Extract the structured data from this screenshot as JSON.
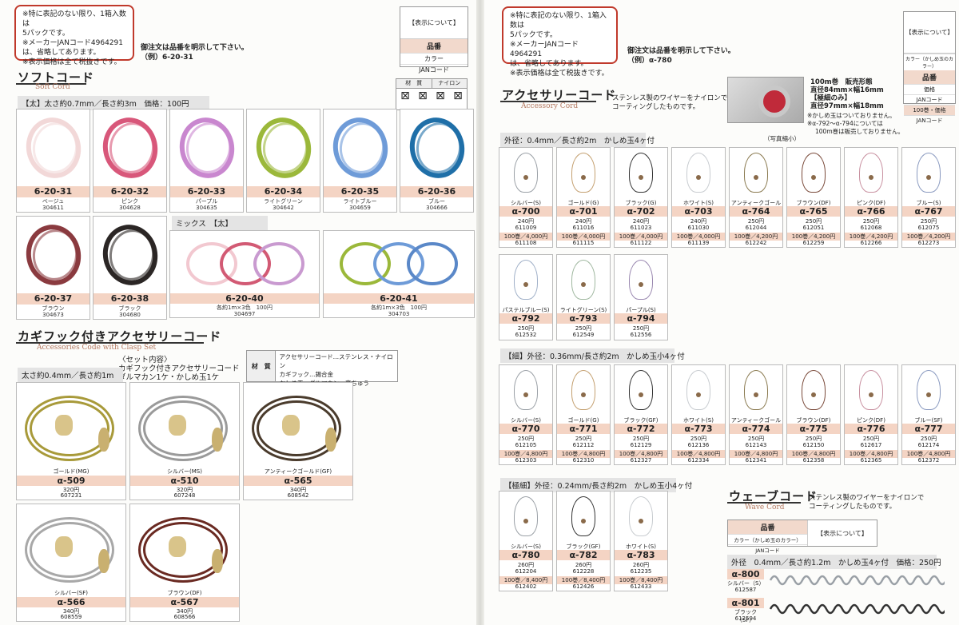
{
  "left": {
    "note": [
      "※特に表記のない限り、1箱入数は",
      "5パックです。",
      "※メーカーJANコード4964291",
      "は、省略してあります。",
      "※表示価格は全て税抜きです。"
    ],
    "order_hint": [
      "御注文は品番を明示して下さい。",
      "（例）6-20-31"
    ],
    "display_info": {
      "header": "【表示について】",
      "code": "品番",
      "rows": [
        "カラー",
        "JANコード"
      ]
    },
    "material_table": {
      "headers": [
        "材　質",
        "ナイロン"
      ]
    },
    "soft_cord": {
      "title": "ソフトコード",
      "subtitle": "Soft Cord",
      "spec": "【太】太さ約0.7mm／長さ約3m　価格：100円",
      "items": [
        {
          "code": "6-20-31",
          "color": "ベージュ",
          "jan": "304611",
          "hex": "#f2d8d8"
        },
        {
          "code": "6-20-32",
          "color": "ピンク",
          "jan": "304628",
          "hex": "#d8577a"
        },
        {
          "code": "6-20-33",
          "color": "パープル",
          "jan": "304635",
          "hex": "#c987cf"
        },
        {
          "code": "6-20-34",
          "color": "ライトグリーン",
          "jan": "304642",
          "hex": "#9bb83a"
        },
        {
          "code": "6-20-35",
          "color": "ライトブルー",
          "jan": "304659",
          "hex": "#6e9bd8"
        },
        {
          "code": "6-20-36",
          "color": "ブルー",
          "jan": "304666",
          "hex": "#1f6fa8"
        },
        {
          "code": "6-20-37",
          "color": "ブラウン",
          "jan": "304673",
          "hex": "#8a3a3f"
        },
        {
          "code": "6-20-38",
          "color": "ブラック",
          "jan": "304680",
          "hex": "#2b2625"
        }
      ],
      "mix_label": "ミックス　【太】",
      "mix": [
        {
          "code": "6-20-40",
          "desc": "各約1m×3色　100円",
          "jan": "304697"
        },
        {
          "code": "6-20-41",
          "desc": "各約1m×3色　100円",
          "jan": "304703"
        }
      ]
    },
    "clasp_cord": {
      "title": "カギフック付きアクセサリーコード",
      "subtitle": "Accessories Code with Clasp Set",
      "set_contents": [
        "〈セット内容〉",
        "カギフック付きアクセサリーコード",
        "ダルマカン1ケ・かしめ玉1ケ"
      ],
      "material_label": "材　質",
      "materials": [
        "アクセサリーコード…ステンレス・ナイロン",
        "カギフック…錫合金",
        "かしめ玉・ダルマカン…真ちゅう"
      ],
      "spec": "太さ約0.4mm／長さ約1m",
      "items": [
        {
          "label": "ゴールド(MG)",
          "code": "α-509",
          "price": "320円",
          "jan": "607231",
          "hex": "#a89a3a"
        },
        {
          "label": "シルバー(MS)",
          "code": "α-510",
          "price": "320円",
          "jan": "607248",
          "hex": "#9a9a9a"
        },
        {
          "label": "アンティークゴールド(GF)",
          "code": "α-565",
          "price": "340円",
          "jan": "608542",
          "hex": "#4a3b2c"
        },
        {
          "label": "シルバー(SF)",
          "code": "α-566",
          "price": "340円",
          "jan": "608559",
          "hex": "#a8a8a8"
        },
        {
          "label": "ブラウン(DF)",
          "code": "α-567",
          "price": "340円",
          "jan": "608566",
          "hex": "#6a2a22"
        }
      ]
    }
  },
  "right": {
    "note": [
      "※特に表記のない限り、1箱入数は",
      "5パックです。",
      "※メーカーJANコード4964291",
      "は、省略してあります。",
      "※表示価格は全て税抜きです。"
    ],
    "order_hint": [
      "御注文は品番を明示して下さい。",
      "（例）α-780"
    ],
    "display_info": {
      "header": "【表示について】",
      "color_row": "カラー（かしめ玉のカラー）",
      "code": "品番",
      "rows": [
        "価格",
        "JANコード",
        "100巻・価格",
        "JANコード"
      ]
    },
    "accessory_cord": {
      "title": "アクセサリーコード",
      "subtitle": "Accessory Cord",
      "desc": [
        "ステンレス製のワイヤーをナイロンで",
        "コーティングしたものです。"
      ],
      "roll_info": [
        "100m巻　販売形態",
        "直径84mm×幅16mm",
        "【極細のみ】",
        "直径97mm×幅18mm"
      ],
      "roll_notes": [
        "※かしめ玉はついておりません。",
        "※α-792～α-794については",
        "100m巻は販売しておりません。"
      ],
      "photo_note": "（写真縮小）",
      "groups": [
        {
          "spec": "外径：0.4mm／長さ約2m　かしめ玉4ヶ付",
          "items": [
            {
              "label": "シルバー(S)",
              "code": "α-700",
              "price": "240円",
              "jan": "611009",
              "hundred": "100巻／4,000円",
              "hjan": "611108",
              "hex": "#9aa0a6"
            },
            {
              "label": "ゴールド(G)",
              "code": "α-701",
              "price": "240円",
              "jan": "611016",
              "hundred": "100巻／4,000円",
              "hjan": "611115",
              "hex": "#c4a070"
            },
            {
              "label": "ブラック(G)",
              "code": "α-702",
              "price": "240円",
              "jan": "611023",
              "hundred": "100巻／4,000円",
              "hjan": "611122",
              "hex": "#333"
            },
            {
              "label": "ホワイト(S)",
              "code": "α-703",
              "price": "240円",
              "jan": "611030",
              "hundred": "100巻／4,000円",
              "hjan": "611139",
              "hex": "#c8ccd0"
            },
            {
              "label": "アンティークゴールド(DF)",
              "code": "α-764",
              "price": "250円",
              "jan": "612044",
              "hundred": "100巻／4,200円",
              "hjan": "612242",
              "hex": "#8a7a50"
            },
            {
              "label": "ブラウン(DF)",
              "code": "α-765",
              "price": "250円",
              "jan": "612051",
              "hundred": "100巻／4,200円",
              "hjan": "612259",
              "hex": "#7a4a3a"
            },
            {
              "label": "ピンク(DF)",
              "code": "α-766",
              "price": "250円",
              "jan": "612068",
              "hundred": "100巻／4,200円",
              "hjan": "612266",
              "hex": "#c890a0"
            },
            {
              "label": "ブルー(S)",
              "code": "α-767",
              "price": "250円",
              "jan": "612075",
              "hundred": "100巻／4,200円",
              "hjan": "612273",
              "hex": "#8a9ac0"
            },
            {
              "label": "パステルブルー(S)",
              "code": "α-792",
              "price": "250円",
              "jan": "612532",
              "hex": "#a0b0c8"
            },
            {
              "label": "ライトグリーン(S)",
              "code": "α-793",
              "price": "250円",
              "jan": "612549",
              "hex": "#a0b8a0"
            },
            {
              "label": "パープル(S)",
              "code": "α-794",
              "price": "250円",
              "jan": "612556",
              "hex": "#9a88b0"
            }
          ]
        },
        {
          "spec": "【細】外径：0.36mm/長さ約2m　かしめ玉小4ヶ付",
          "items": [
            {
              "label": "シルバー(S)",
              "code": "α-770",
              "price": "250円",
              "jan": "612105",
              "hundred": "100巻／4,800円",
              "hjan": "612303",
              "hex": "#9aa0a6"
            },
            {
              "label": "ゴールド(G)",
              "code": "α-771",
              "price": "250円",
              "jan": "612112",
              "hundred": "100巻／4,800円",
              "hjan": "612310",
              "hex": "#c4a070"
            },
            {
              "label": "ブラック(GF)",
              "code": "α-772",
              "price": "250円",
              "jan": "612129",
              "hundred": "100巻／4,800円",
              "hjan": "612327",
              "hex": "#333"
            },
            {
              "label": "ホワイト(S)",
              "code": "α-773",
              "price": "250円",
              "jan": "612136",
              "hundred": "100巻／4,800円",
              "hjan": "612334",
              "hex": "#c8ccd0"
            },
            {
              "label": "アンティークゴールド(DF)",
              "code": "α-774",
              "price": "250円",
              "jan": "612143",
              "hundred": "100巻／4,800円",
              "hjan": "612341",
              "hex": "#8a7a50"
            },
            {
              "label": "ブラウン(DF)",
              "code": "α-775",
              "price": "250円",
              "jan": "612150",
              "hundred": "100巻／4,800円",
              "hjan": "612358",
              "hex": "#7a4a3a"
            },
            {
              "label": "ピンク(DF)",
              "code": "α-776",
              "price": "250円",
              "jan": "612617",
              "hundred": "100巻／4,800円",
              "hjan": "612365",
              "hex": "#c890a0"
            },
            {
              "label": "ブルー(SF)",
              "code": "α-777",
              "price": "250円",
              "jan": "612174",
              "hundred": "100巻／4,800円",
              "hjan": "612372",
              "hex": "#8a9ac0"
            }
          ]
        },
        {
          "spec": "【極細】外径：0.24mm/長さ約2m　かしめ玉小4ヶ付",
          "items": [
            {
              "label": "シルバー(S)",
              "code": "α-780",
              "price": "260円",
              "jan": "612204",
              "hundred": "100巻／8,400円",
              "hjan": "612402",
              "hex": "#9aa0a6"
            },
            {
              "label": "ブラック(GF)",
              "code": "α-782",
              "price": "260円",
              "jan": "612228",
              "hundred": "100巻／8,400円",
              "hjan": "612426",
              "hex": "#333"
            },
            {
              "label": "ホワイト(S)",
              "code": "α-783",
              "price": "260円",
              "jan": "612235",
              "hundred": "100巻／8,400円",
              "hjan": "612433",
              "hex": "#c8ccd0"
            }
          ]
        }
      ]
    },
    "wave_cord": {
      "title": "ウェーブコード",
      "subtitle": "Wave Cord",
      "desc": [
        "ステンレス製のワイヤーをナイロンで",
        "コーティングしたものです。"
      ],
      "display": {
        "code": "品番",
        "color_row": "カラー（かしめ玉のカラー）",
        "jan": "JANコード",
        "info": "【表示について】"
      },
      "spec": "外径　0.4mm／長さ約1.2m　かしめ玉4ヶ付　価格：250円",
      "items": [
        {
          "code": "α-800",
          "label": "シルバー（S）",
          "jan": "612587",
          "hex": "#9aa0a6"
        },
        {
          "code": "α-801",
          "label": "ブラック（SF）",
          "jan": "612594",
          "hex": "#333"
        }
      ]
    }
  }
}
